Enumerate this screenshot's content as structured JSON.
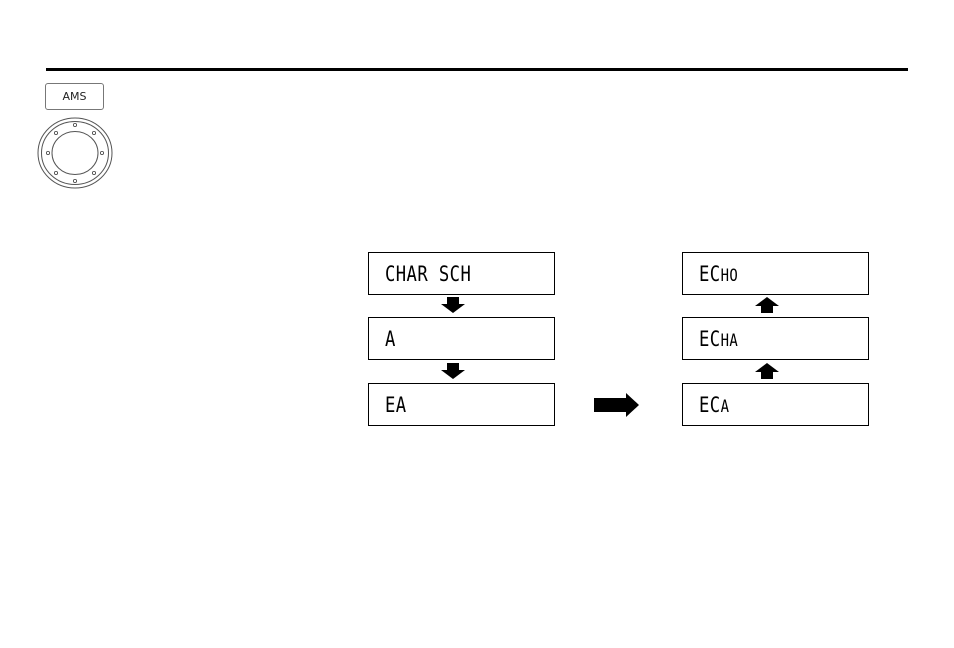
{
  "ams_button": {
    "label": "AMS"
  },
  "left_column": {
    "displays": [
      "CHAR SCH",
      "A",
      "EA"
    ]
  },
  "right_column": {
    "displays": [
      {
        "typed": "EC",
        "cursor": "HO"
      },
      {
        "typed": "EC",
        "cursor": "HA"
      },
      {
        "typed": "EC",
        "cursor": "A"
      }
    ]
  }
}
